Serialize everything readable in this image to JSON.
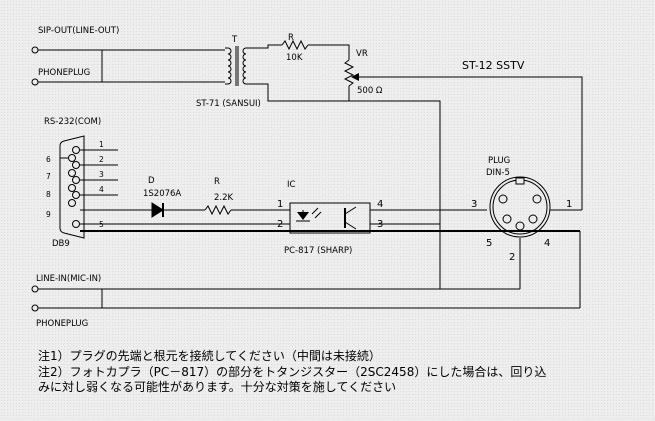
{
  "labels": {
    "sip_out": "SIP-OUT(LINE-OUT)",
    "phoneplug_top": "PHONEPLUG",
    "transformer_ref": "T",
    "transformer_part": "ST-71 (SANSUI)",
    "resistor_r_ref": "R",
    "resistor_r_value": "10K",
    "vr_ref": "VR",
    "vr_value": "500 Ω",
    "sstv_title": "ST-12 SSTV",
    "rs232": "RS-232(COM)",
    "db9": "DB9",
    "diode_ref": "D",
    "diode_part": "1S2076A",
    "resistor_r2_ref": "R",
    "resistor_r2_value": "2.2K",
    "ic_ref": "IC",
    "ic_part": "PC-817 (SHARP)",
    "plug_title": "PLUG",
    "plug_type": "DIN-5",
    "line_in": "LINE-IN(MIC-IN)",
    "phoneplug_bottom": "PHONEPLUG"
  },
  "db9_outer_pins": [
    "6",
    "7",
    "8",
    "9"
  ],
  "db9_inner_pins": [
    "1",
    "2",
    "3",
    "4",
    "5"
  ],
  "ic_pins": [
    "1",
    "2",
    "3",
    "4"
  ],
  "din_pins": [
    "1",
    "2",
    "3",
    "4",
    "5"
  ],
  "notes": [
    "注1）プラグの先端と根元を接続してください（中間は未接続）",
    "注2）フォトカプラ（PC－817）の部分をトタンジスター（2SC2458）にした場合は、回り込",
    "みに対し弱くなる可能性があります。十分な対策を施してください"
  ]
}
